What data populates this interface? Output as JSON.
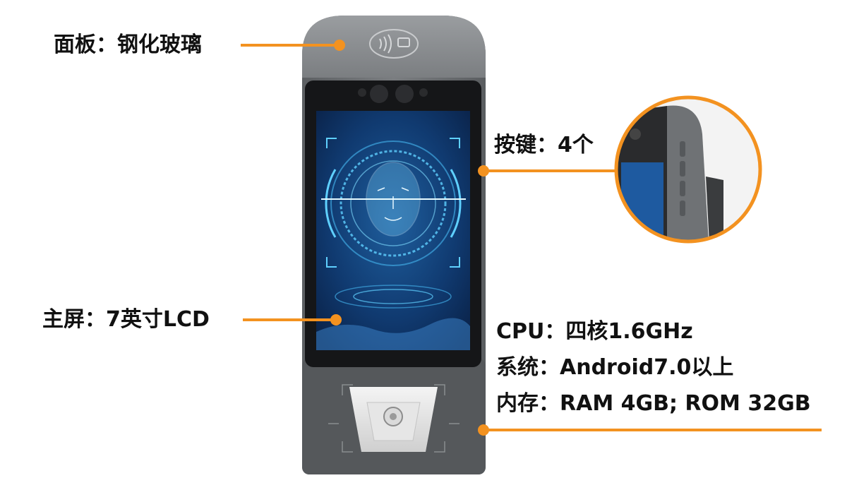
{
  "callouts": {
    "panel": {
      "label": "面板：钢化玻璃"
    },
    "screen": {
      "label": "主屏：7英寸LCD"
    },
    "buttons": {
      "label": "按键：4个"
    }
  },
  "specs": {
    "cpu": "CPU：四核1.6GHz",
    "os": "系统：Android7.0以上",
    "memory": "内存：RAM 4GB; ROM 32GB"
  },
  "colors": {
    "accent": "#f39220",
    "device_body": "#6b6e71",
    "screen_bg": "#0d2a55",
    "hologram": "#5fd0ff"
  },
  "icons": {
    "nfc": "contactless-card-icon",
    "camera": "dual-camera-icon",
    "fingerprint": "fingerprint-scanner-icon"
  }
}
